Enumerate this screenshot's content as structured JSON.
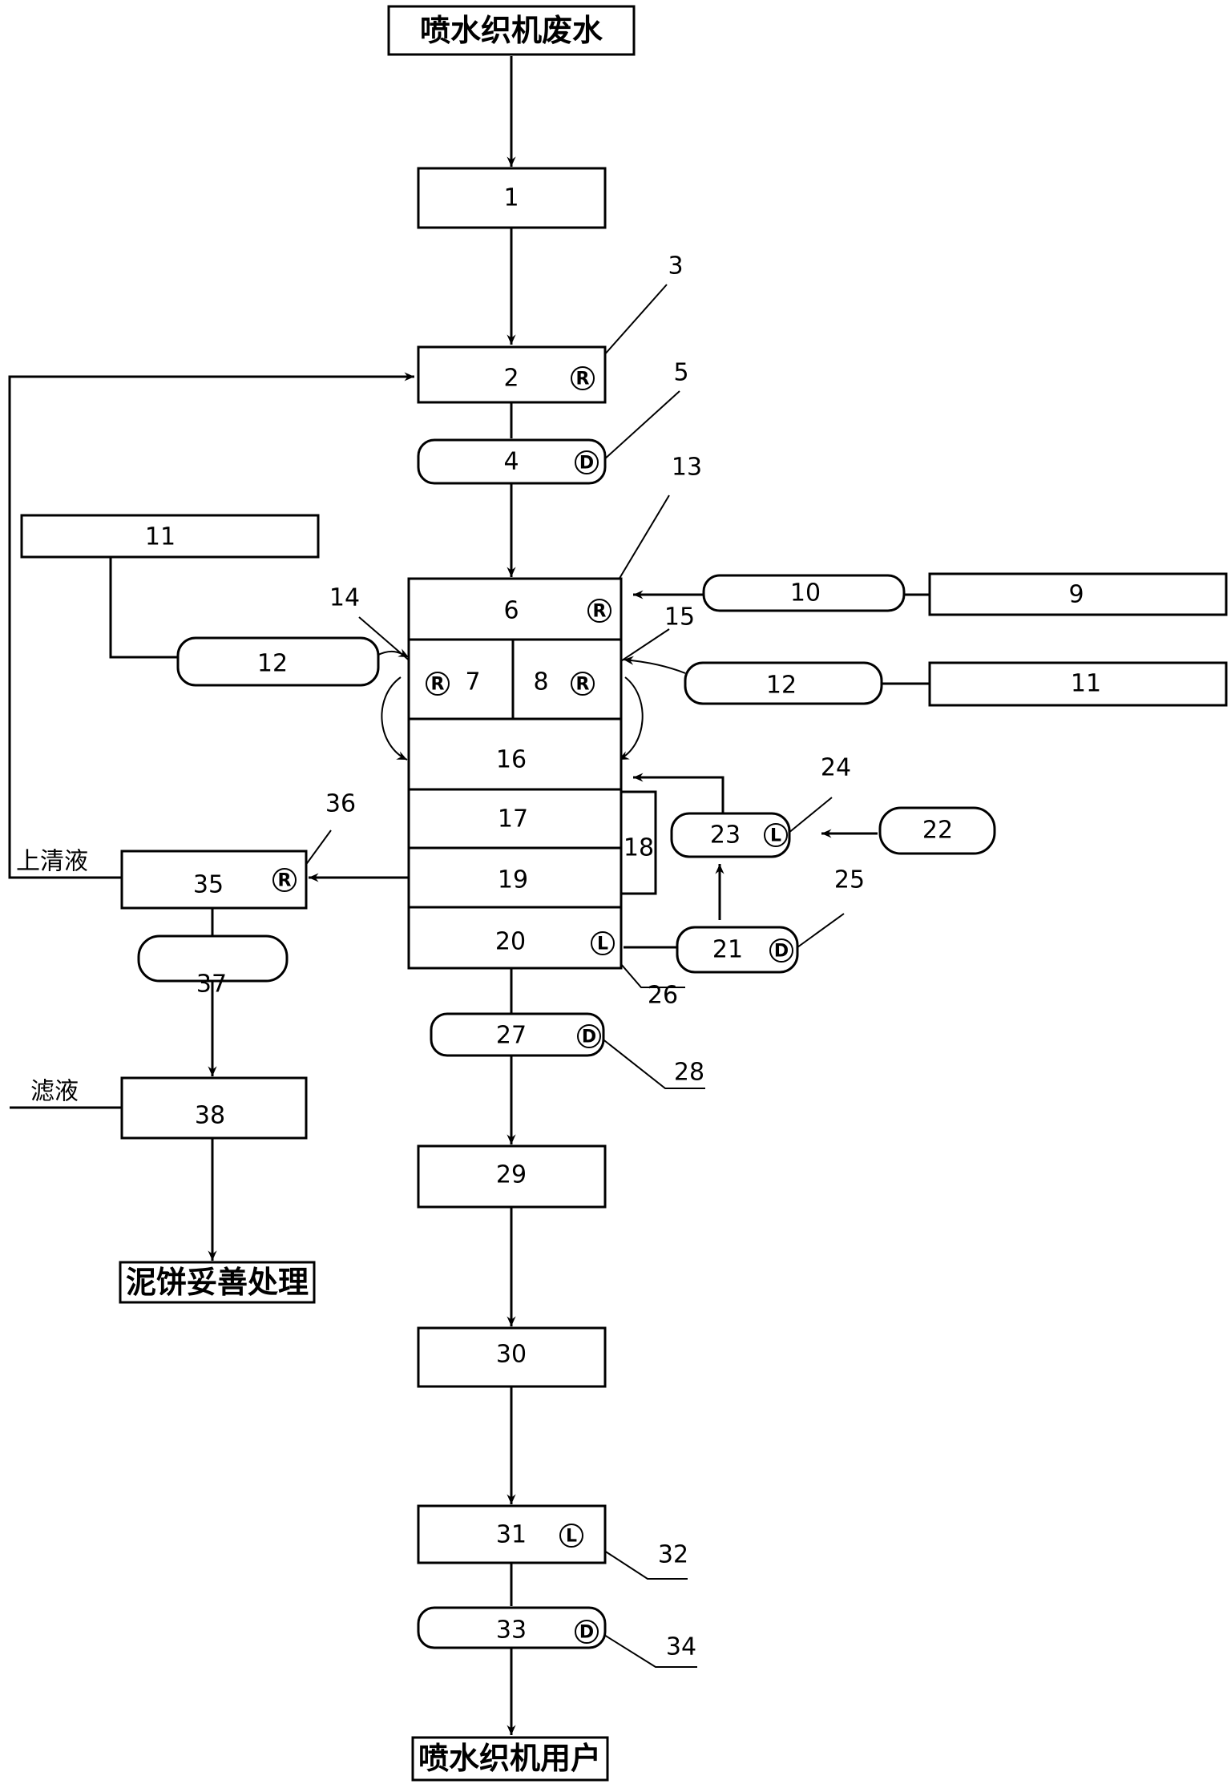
{
  "terminals": {
    "source": "喷水织机废水",
    "user": "喷水织机用户",
    "sludge": "泥饼妥善处理"
  },
  "labels": {
    "supernatant": "上清液",
    "filtrate": "滤液"
  },
  "nodes": {
    "n1": "1",
    "n2": "2",
    "n4": "4",
    "n6": "6",
    "n7": "7",
    "n8": "8",
    "n9": "9",
    "n10": "10",
    "n11a": "11",
    "n11b": "11",
    "n12a": "12",
    "n12b": "12",
    "n16": "16",
    "n17": "17",
    "n18": "18",
    "n19": "19",
    "n20": "20",
    "n21": "21",
    "n22": "22",
    "n23": "23",
    "n27": "27",
    "n29": "29",
    "n30": "30",
    "n31": "31",
    "n33": "33",
    "n35": "35",
    "n37": "37",
    "n38": "38"
  },
  "callouts": {
    "c3": "3",
    "c5": "5",
    "c13": "13",
    "c14": "14",
    "c15": "15",
    "c24": "24",
    "c25": "25",
    "c26": "26",
    "c28": "28",
    "c32": "32",
    "c34": "34",
    "c36": "36"
  },
  "markers": {
    "r": "R",
    "d": "D",
    "l": "L"
  }
}
